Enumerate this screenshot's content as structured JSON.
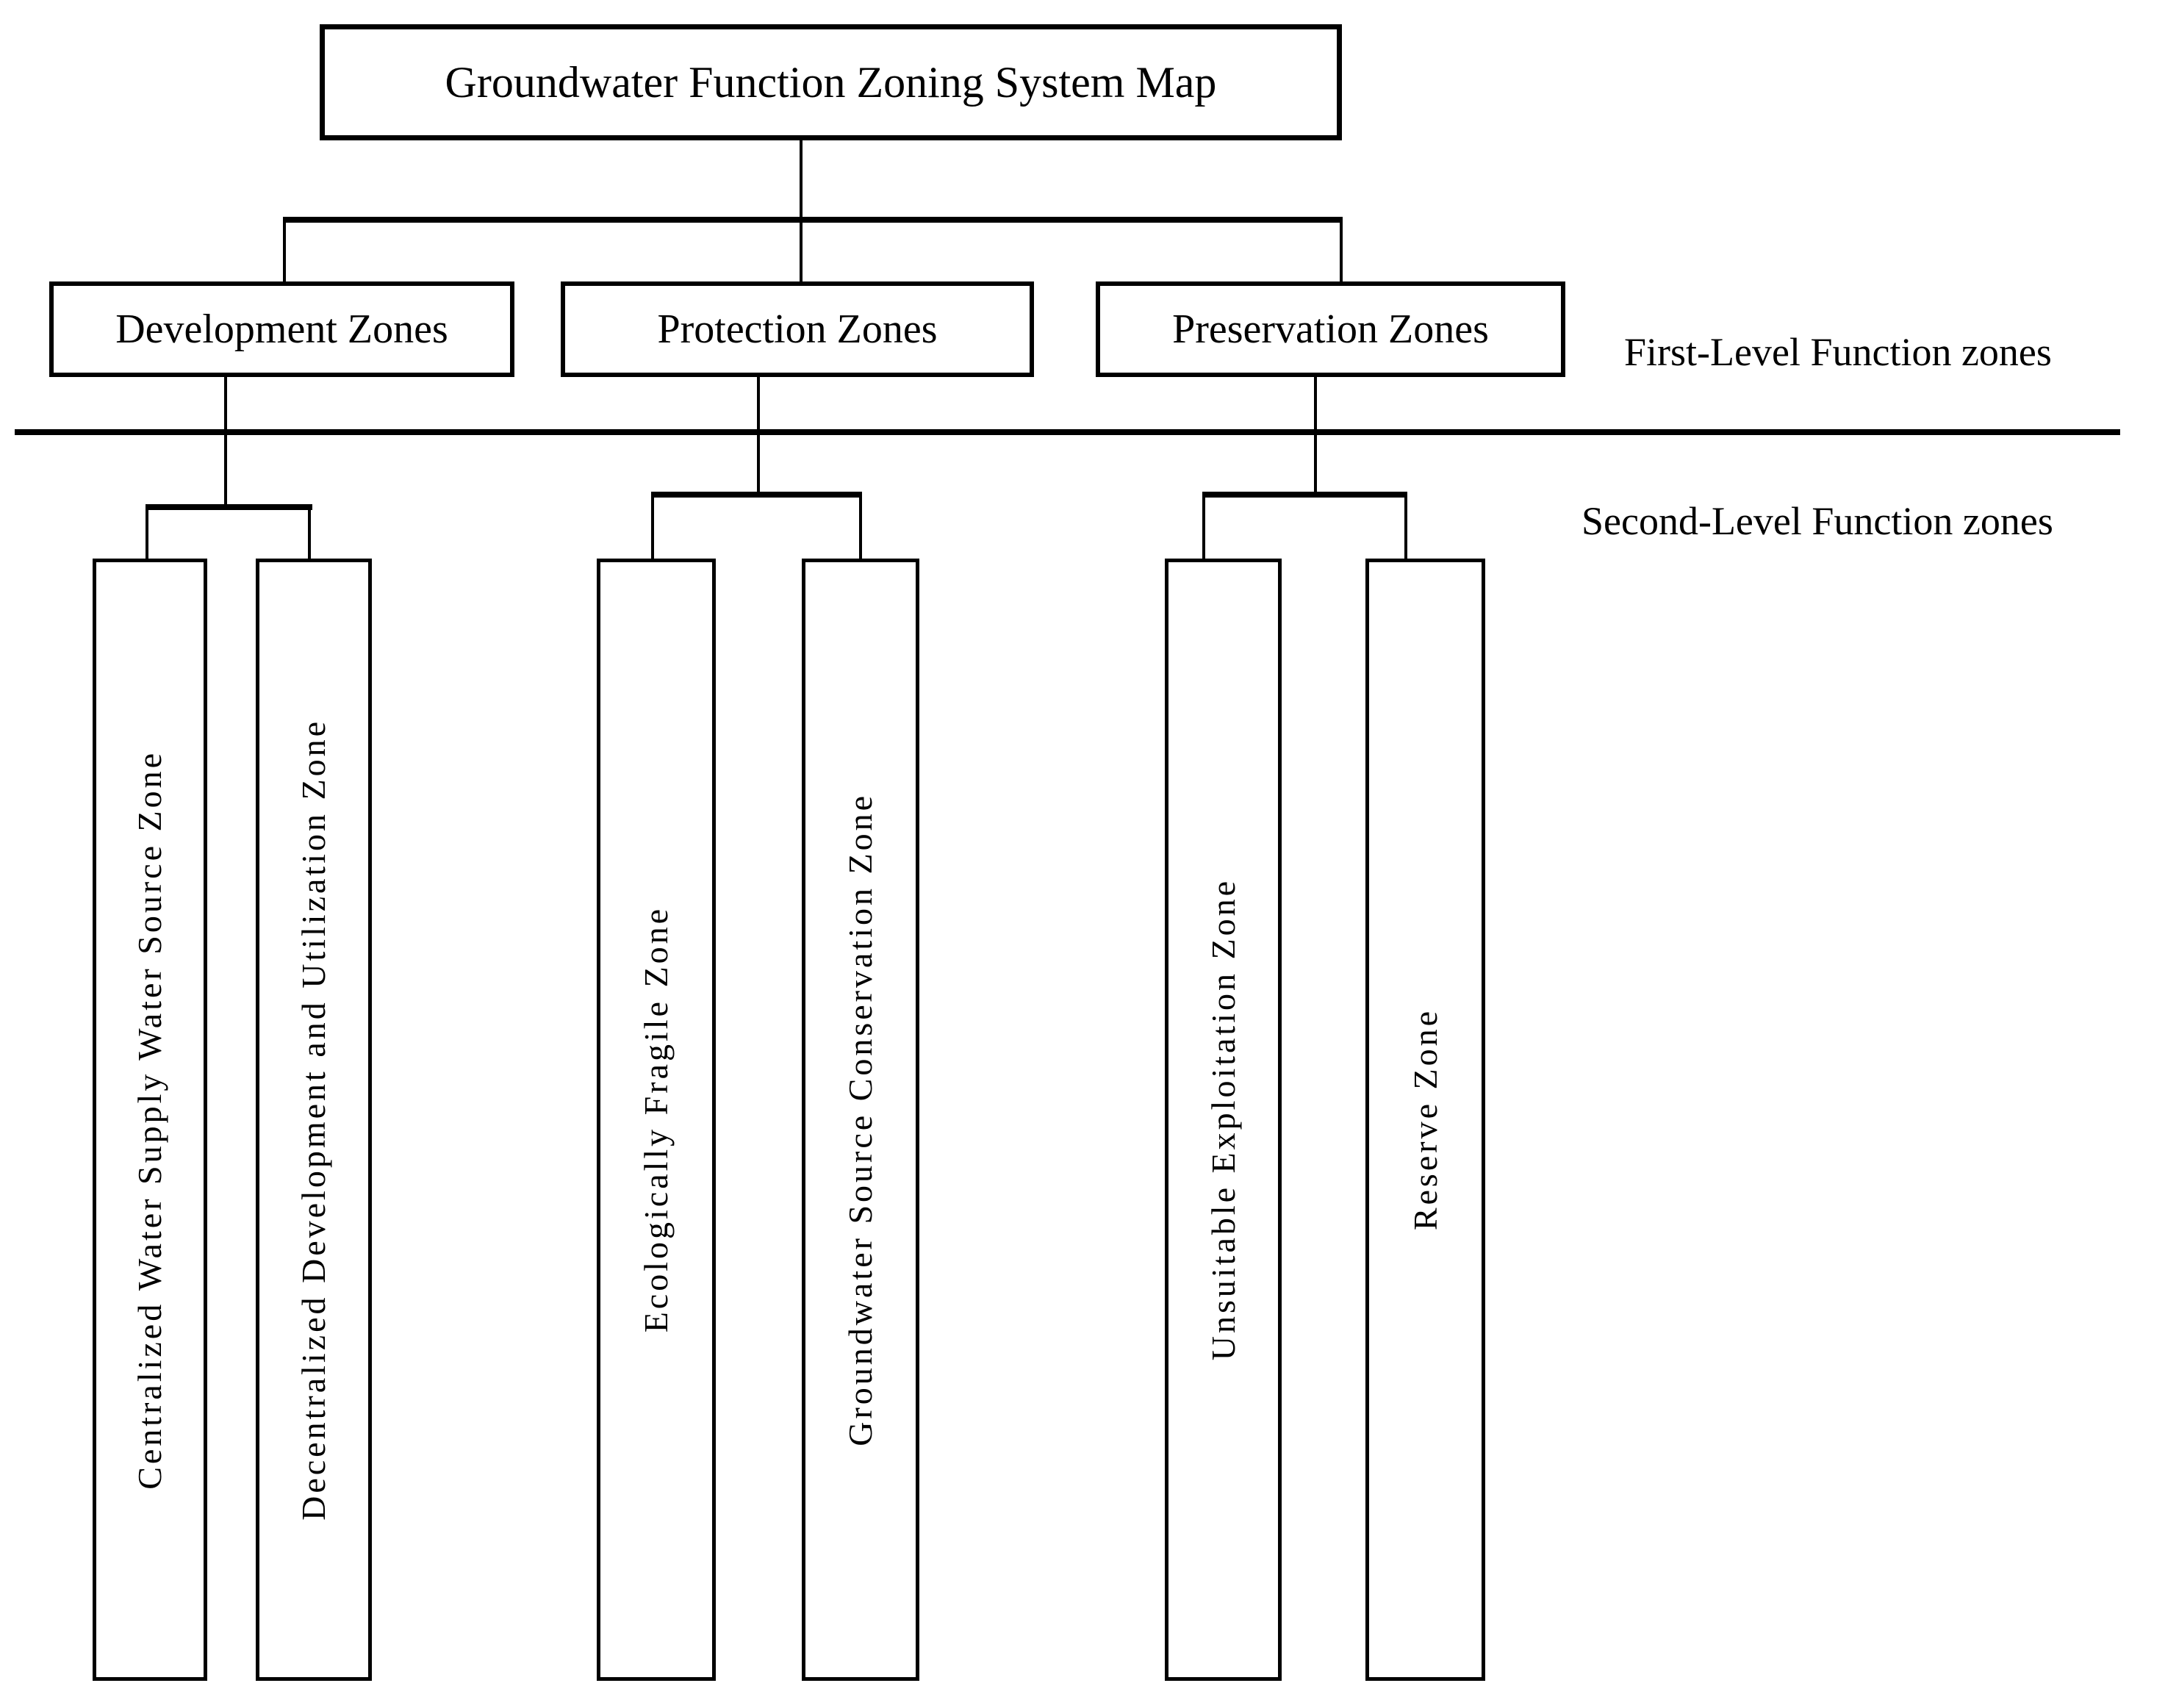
{
  "diagram": {
    "title": "Groundwater Function Zoning System Map",
    "colors": {
      "line": "#000000",
      "background": "#ffffff",
      "text": "#000000"
    },
    "level1": {
      "side_label": "First-Level Function zones",
      "nodes": [
        {
          "label": "Development Zones"
        },
        {
          "label": "Protection Zones"
        },
        {
          "label": "Preservation Zones"
        }
      ]
    },
    "level2": {
      "side_label": "Second-Level Function zones",
      "groups": [
        {
          "parent": "Development Zones",
          "children": [
            "Centralized Water Supply Water Source Zone",
            "Decentralized Development and Utilization Zone"
          ]
        },
        {
          "parent": "Protection Zones",
          "children": [
            "Ecologically Fragile Zone",
            "Groundwater Source Conservation Zone"
          ]
        },
        {
          "parent": "Preservation Zones",
          "children": [
            "Unsuitable Exploitation Zone",
            "Reserve Zone"
          ]
        }
      ]
    }
  }
}
